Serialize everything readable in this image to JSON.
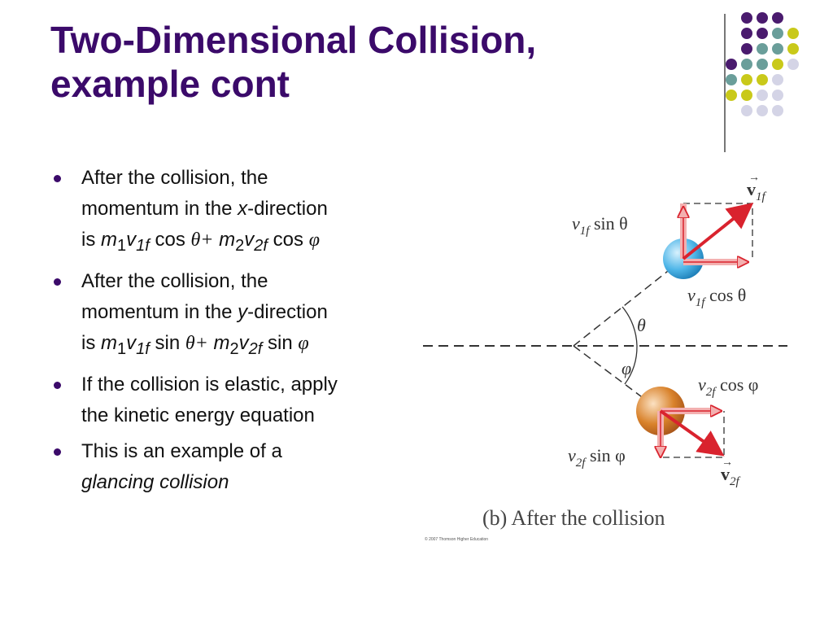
{
  "title": {
    "line1": "Two-Dimensional Collision,",
    "line2": "example cont"
  },
  "bullets": [
    {
      "line1": "After the collision, the",
      "line2_pre": "momentum in the ",
      "axis": "x",
      "line2_post": "-direction",
      "line3_is": "is ",
      "trig": "cos"
    },
    {
      "line1": "After the collision, the",
      "line2_pre": "momentum in the ",
      "axis": "y",
      "line2_post": "-direction",
      "line3_is": "is ",
      "trig": "sin"
    },
    {
      "line1": "If the collision is elastic, apply",
      "line2": "the kinetic energy equation"
    },
    {
      "line1": "This is an example of a",
      "line2": "glancing collision"
    }
  ],
  "formula": {
    "m": "m",
    "v": "v",
    "sub1": "1",
    "sub2": "2",
    "sub1f": "1f",
    "sub2f": "2f",
    "theta_plus": "θ+",
    "phi": "φ"
  },
  "figure": {
    "label_v1f_vec": "v",
    "label_v1f_sub": "1f",
    "label_v1f_sin": "v",
    "label_v1f_sin_sub": "1f",
    "label_v1f_sin_rest": " sin θ",
    "label_v1f_cos": "v",
    "label_v1f_cos_sub": "1f",
    "label_v1f_cos_rest": " cos θ",
    "label_theta": "θ",
    "label_phi": "φ",
    "label_v2f_cos": "v",
    "label_v2f_cos_sub": "2f",
    "label_v2f_cos_rest": " cos φ",
    "label_v2f_sin": "v",
    "label_v2f_sin_sub": "2f",
    "label_v2f_sin_rest": " sin φ",
    "label_v2f_vec": "v",
    "label_v2f_sub": "2f"
  },
  "caption": "(b)  After the collision",
  "credit": "© 2007 Thomson Higher Education",
  "colors": {
    "title": "#3b0a6a",
    "dot_purple": "#4a1b6e",
    "dot_teal": "#6a9e9a",
    "dot_yellow": "#c9c91a",
    "dot_lavender": "#d4d4e6",
    "arrow": "#d9232e",
    "ball1": "#4fb6e8",
    "ball2": "#d9822b"
  }
}
